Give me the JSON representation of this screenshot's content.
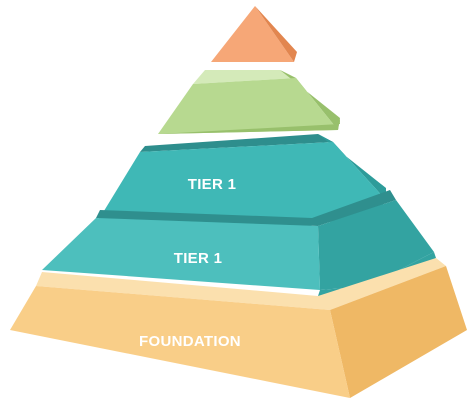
{
  "diagram": {
    "type": "layered-pyramid",
    "tiers": [
      {
        "id": "apex",
        "label": "",
        "colors": {
          "front": "#F6A777",
          "side": "#E2864F",
          "top": "#FBC9A6"
        }
      },
      {
        "id": "second",
        "label": "",
        "colors": {
          "front": "#B7D990",
          "side": "#98C06C",
          "top": "#D4EAB9"
        }
      },
      {
        "id": "tier-1-upper",
        "label": "TIER 1",
        "colors": {
          "front": "#3FB8B6",
          "side": "#2D9C9A",
          "top": "#2E8E8D"
        }
      },
      {
        "id": "tier-1-lower",
        "label": "TIER 1",
        "colors": {
          "front": "#4DBFBD",
          "side": "#33A3A1",
          "top": "#2F8F8E"
        }
      },
      {
        "id": "foundation",
        "label": "FOUNDATION",
        "colors": {
          "front": "#F9CE88",
          "side": "#EFB865",
          "top": "#FBE0AE"
        }
      }
    ]
  }
}
